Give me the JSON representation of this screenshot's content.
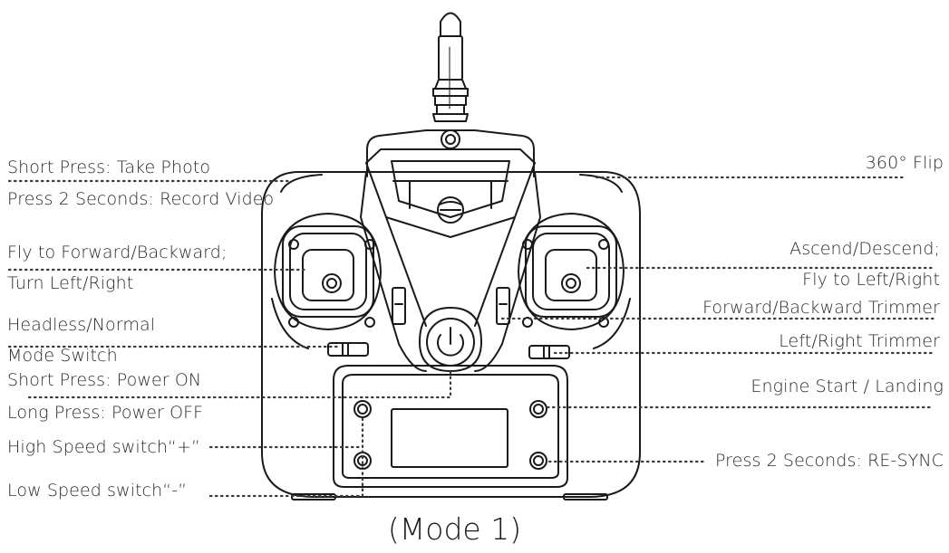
{
  "labels": {
    "take_photo": "Short Press: Take Photo",
    "record_video": "Press 2 Seconds: Record Video",
    "flip": "360° Flip",
    "fly_forward_backward": "Fly to Forward/Backward;",
    "turn_left_right": "Turn Left/Right",
    "ascend_descend": "Ascend/Descend;",
    "fly_left_right": "Fly to Left/Right",
    "headless_normal": "Headless/Normal",
    "mode_switch": "Mode Switch",
    "forward_backward_trimmer": "Forward/Backward Trimmer",
    "left_right_trimmer": "Left/Right Trimmer",
    "power_on": "Short Press: Power ON",
    "power_off": "Long Press: Power OFF",
    "engine_start_landing": "Engine Start / Landing",
    "high_speed": "High Speed switch“+”",
    "low_speed": "Low Speed switch“-”",
    "resync": "Press 2 Seconds: RE-SYNC"
  },
  "caption": "(Mode 1)"
}
